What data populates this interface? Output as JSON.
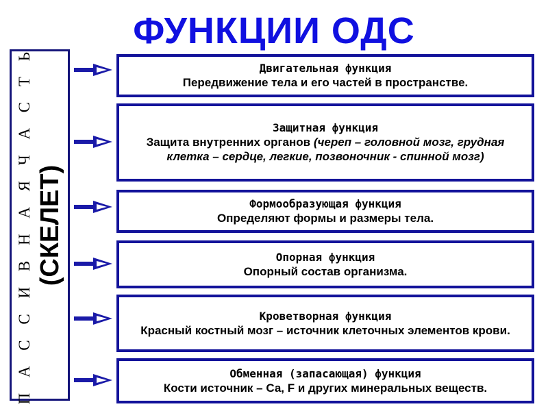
{
  "title": "ФУНКЦИИ ОДС",
  "side": {
    "line1": "П А С С И В Н А Я   Ч А С Т Ь",
    "line2": "(СКЕЛЕТ)"
  },
  "functions": [
    {
      "title": "Двигательная функция",
      "desc": "Передвижение тела и его частей в пространстве."
    },
    {
      "title": "Защитная функция",
      "desc_plain": "Защита  внутренних органов ",
      "desc_italic": "(череп – головной мозг, грудная клетка – сердце, легкие, позвоночник -  спинной мозг)"
    },
    {
      "title": "Формообразующая функция",
      "desc": "Определяют формы и размеры тела."
    },
    {
      "title": "Опорная функция",
      "desc": "Опорный состав организма."
    },
    {
      "title": "Кроветворная функция",
      "desc": "Красный костный мозг – источник клеточных элементов крови."
    },
    {
      "title": "Обменная (запасающая) функция",
      "desc": "Кости источник – Са, F и других минеральных веществ."
    }
  ],
  "colors": {
    "title": "#1010e0",
    "border": "#12129a",
    "arrow_fill": "#1a1aa8",
    "arrow_head": "#ffffff"
  }
}
